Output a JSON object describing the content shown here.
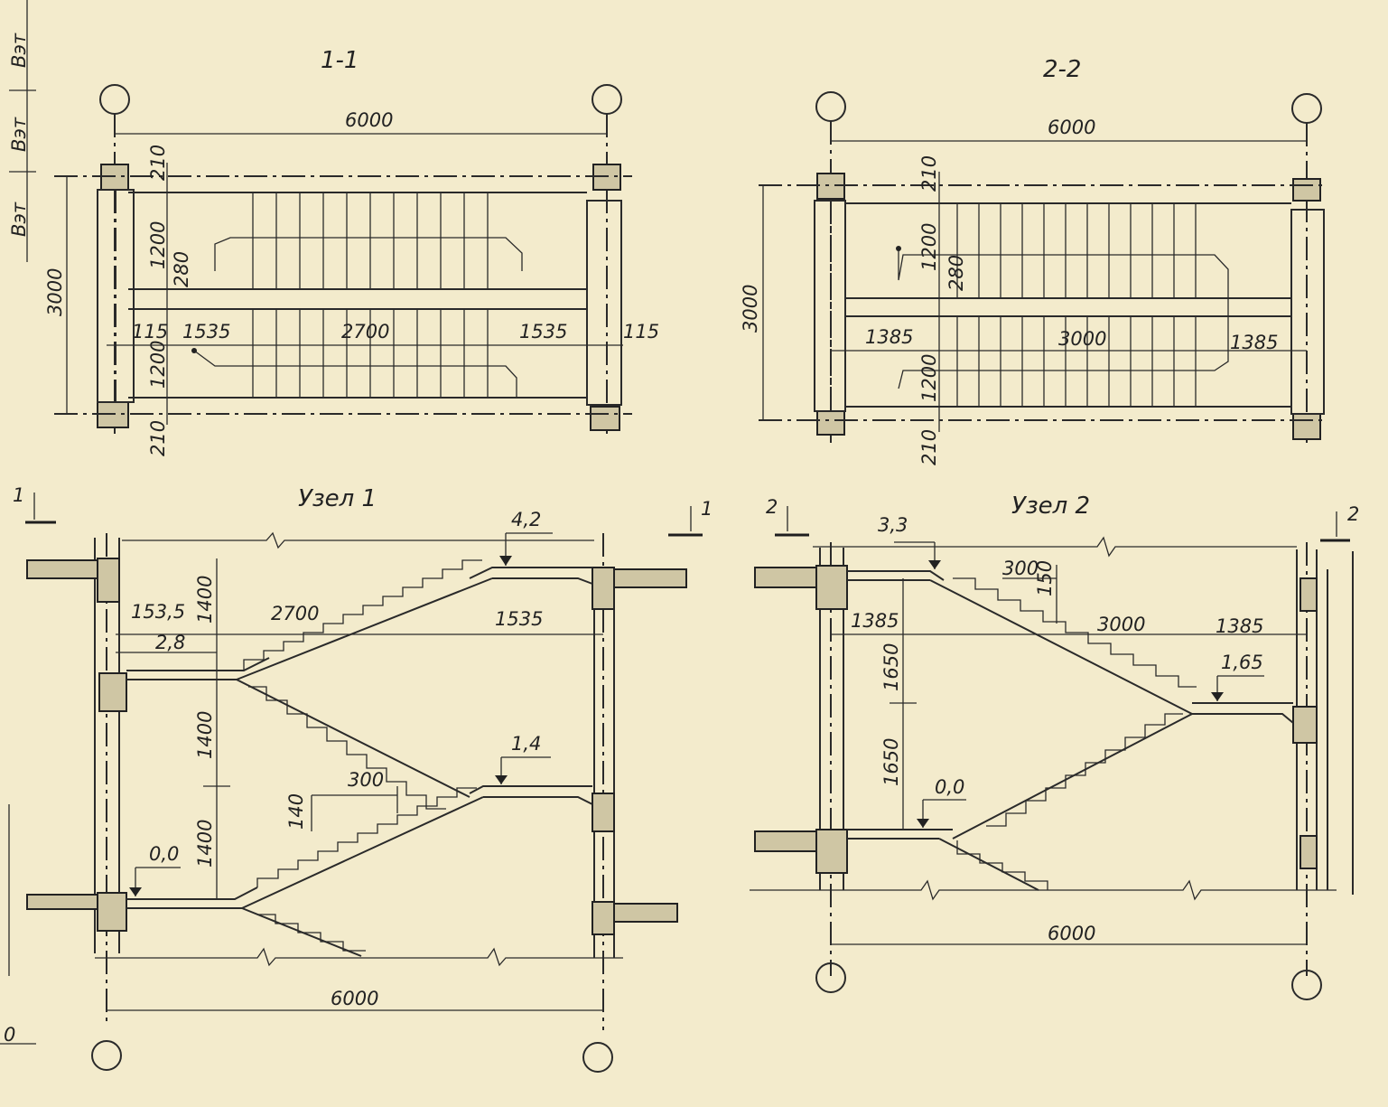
{
  "side_labels": {
    "floor_height_1": "Вэт",
    "floor_height_2": "Вэт",
    "floor_height_3": "Вэт",
    "bottom_zero": "0"
  },
  "plan_1": {
    "title": "1-1",
    "dims": {
      "overall_length": "6000",
      "overall_width": "3000",
      "top_offset": "210",
      "bottom_offset": "210",
      "flight_width_top": "1200",
      "gap": "280",
      "flight_width_bottom": "1200",
      "wall_left": "115",
      "landing_left": "1535",
      "flight_length": "2700",
      "landing_right": "1535",
      "wall_right": "115"
    }
  },
  "plan_2": {
    "title": "2-2",
    "dims": {
      "overall_length": "6000",
      "overall_width": "3000",
      "top_offset": "210",
      "bottom_offset": "210",
      "flight_width_top": "1200",
      "gap": "280",
      "flight_width_bottom": "1200",
      "landing_left": "1385",
      "flight_length": "3000",
      "landing_right": "1385"
    }
  },
  "section_1": {
    "title": "Узел 1",
    "cut_left": "1",
    "cut_right": "1",
    "levels": {
      "top": "4,2",
      "middle": "1,4",
      "bottom": "0,0"
    },
    "dims": {
      "landing_left": "153,5",
      "landing_small": "2,8",
      "flight_length": "2700",
      "landing_right": "1535",
      "riser_height_1": "1400",
      "riser_height_2": "1400",
      "riser_height_3": "1400",
      "tread": "300",
      "riser": "140",
      "overall_length": "6000"
    }
  },
  "section_2": {
    "title": "Узел 2",
    "cut_left": "2",
    "cut_right": "2",
    "levels": {
      "top": "3,3",
      "middle": "1,65",
      "bottom": "0,0"
    },
    "dims": {
      "tread": "300",
      "riser": "150",
      "landing_left": "1385",
      "flight_length": "3000",
      "landing_right": "1385",
      "height_1": "1650",
      "height_2": "1650",
      "overall_length": "6000"
    }
  }
}
